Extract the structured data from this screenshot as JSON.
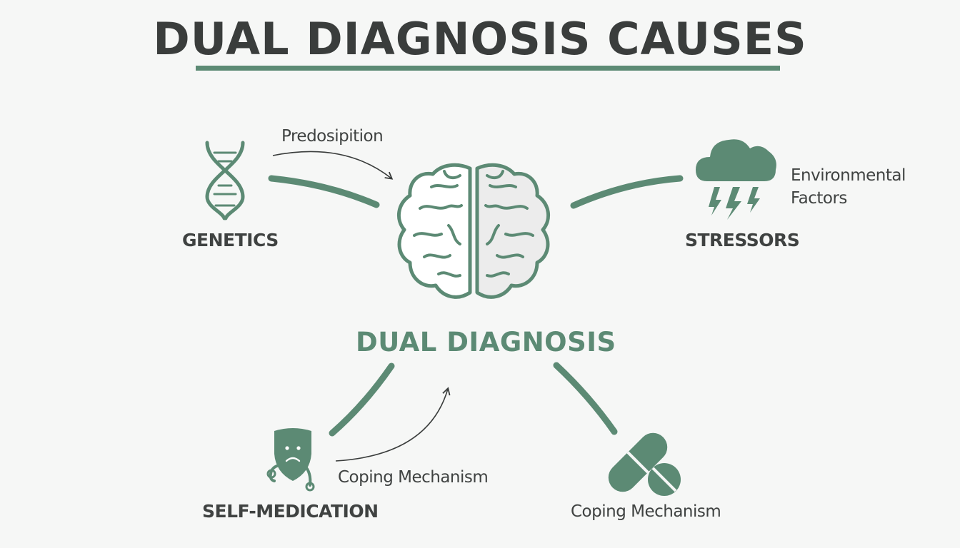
{
  "title": "DUAL DIAGNOSIS CAUSES",
  "center": {
    "label": "DUAL DIAGNOSIS",
    "icon": "brain-icon"
  },
  "nodes": {
    "genetics": {
      "label": "GENETICS",
      "icon": "dna-icon",
      "edge_label": "Predosipition"
    },
    "stressors": {
      "label": "STRESSORS",
      "icon": "storm-cloud-icon",
      "edge_label": "Environmental\nFactors"
    },
    "self_medication": {
      "label": "SELF-MEDICATION",
      "icon": "shield-face-icon",
      "edge_label": "Coping Mechanism"
    },
    "pills": {
      "label": "Coping Mechanism",
      "icon": "pills-icon"
    }
  },
  "colors": {
    "accent": "#5c8a74",
    "text": "#3a3d3c",
    "background": "#f6f7f6"
  }
}
